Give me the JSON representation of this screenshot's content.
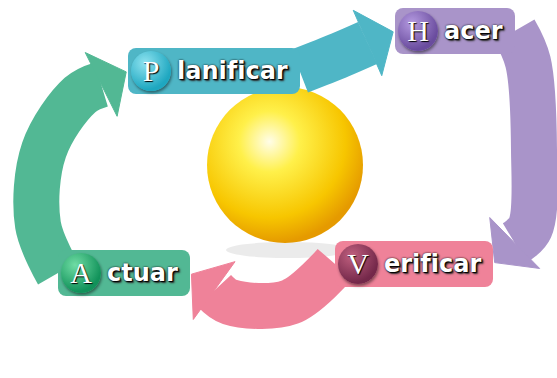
{
  "diagram": {
    "nodes": [
      {
        "text": [
          "P",
          "lanificar"
        ]
      },
      {
        "text": [
          "H",
          "acer"
        ]
      },
      {
        "text": [
          "V",
          "erificar"
        ]
      },
      {
        "text": [
          "A",
          "ctuar"
        ]
      }
    ],
    "edges": [
      {
        "from": 0,
        "to": 1,
        "arrow": "to"
      },
      {
        "from": 1,
        "to": 2,
        "arrow": "to"
      },
      {
        "from": 2,
        "to": 3,
        "arrow": "to"
      },
      {
        "from": 3,
        "to": 0,
        "arrow": "to"
      }
    ]
  }
}
